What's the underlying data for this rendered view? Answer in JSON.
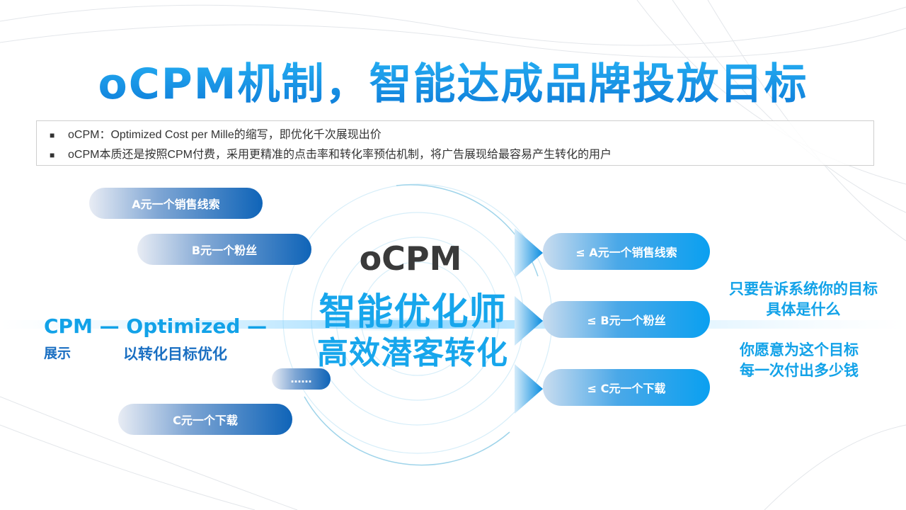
{
  "title": "oCPM机制，智能达成品牌投放目标",
  "notes": [
    {
      "bullet": "■",
      "text": "oCPM：Optimized Cost per Mille的缩写，即优化千次展现出价"
    },
    {
      "bullet": "■",
      "text": "oCPM本质还是按照CPM付费，采用更精准的点击率和转化率预估机制，将广告展现给最容易产生转化的用户"
    }
  ],
  "left_pills": {
    "a": "A元一个销售线索",
    "b": "B元一个粉丝",
    "more": "……",
    "c": "C元一个下载"
  },
  "left_labels": {
    "cpm_line": "CPM — Optimized —",
    "cpm_sub": "展示",
    "optimized_sub": "以转化目标优化"
  },
  "center": {
    "ocpm": "oCPM",
    "line1": "智能优化师",
    "line2": "高效潜客转化"
  },
  "right_pills": {
    "a": "≤ A元一个销售线索",
    "b": "≤ B元一个粉丝",
    "c": "≤ C元一个下载"
  },
  "right_text": {
    "line1": "只要告诉系统你的目标",
    "line2": "具体是什么",
    "line3": "你愿意为这个目标",
    "line4": "每一次付出多少钱"
  },
  "colors": {
    "accent": "#12a2e8",
    "navy": "#0f64b8"
  }
}
